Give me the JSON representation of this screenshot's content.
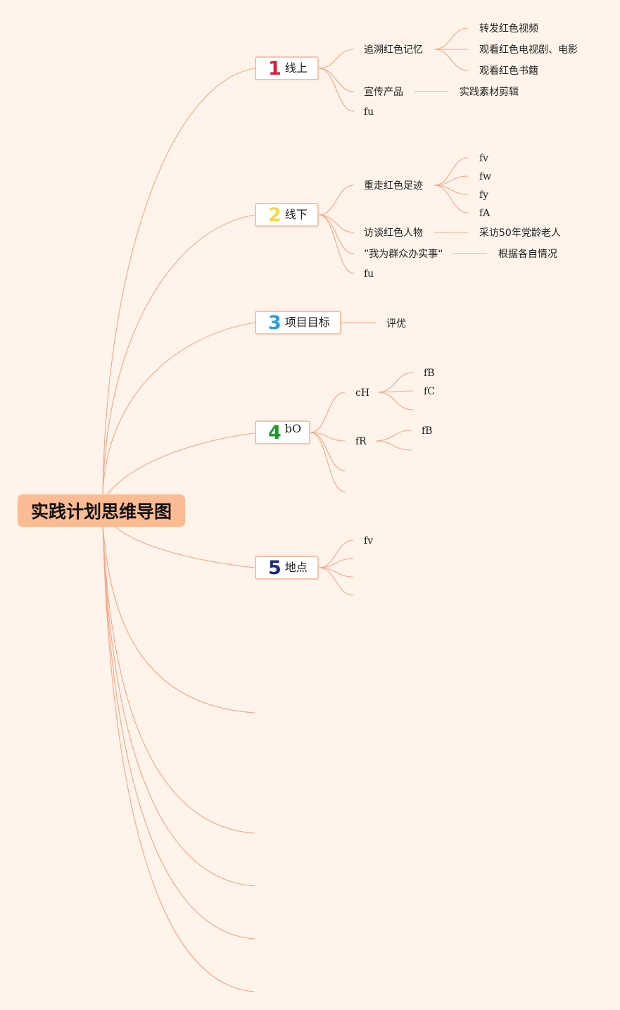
{
  "root": {
    "label": "实践计划思维导图"
  },
  "colors": {
    "background": "#fff3ea",
    "line": "#f2a88a",
    "root_fill": "#fbbb93",
    "branch_border": "#f8c3a8",
    "num1": "#d71f3c",
    "num2": "#f4d94a",
    "num3": "#2a9be0",
    "num4": "#1f9a2a",
    "num5": "#1e2a7a"
  },
  "branches": [
    {
      "num": "1",
      "label": "线上",
      "children": [
        {
          "label": "追溯红色记忆",
          "children": [
            "转发红色视频",
            "观看红色电视剧、电影",
            "观看红色书籍"
          ]
        },
        {
          "label": "宣传产品",
          "children": [
            "实践素材剪辑"
          ]
        },
        {
          "label": "fu"
        }
      ]
    },
    {
      "num": "2",
      "label": "线下",
      "children": [
        {
          "label": "重走红色足迹",
          "children": [
            "fv",
            "fw",
            "fy",
            "fA"
          ]
        },
        {
          "label": "访谈红色人物",
          "children": [
            "采访50年党龄老人"
          ]
        },
        {
          "label": "”我为群众办实事“",
          "children": [
            "根据各自情况"
          ]
        },
        {
          "label": "fu"
        }
      ]
    },
    {
      "num": "3",
      "label": "项目目标",
      "children": [
        {
          "label": "评优"
        }
      ]
    },
    {
      "num": "4",
      "label": "bO",
      "children": [
        {
          "label": "cH",
          "children": [
            "fB",
            "fC"
          ]
        },
        {
          "label": "fR",
          "children": [
            "fB"
          ]
        }
      ]
    },
    {
      "num": "5",
      "label": "地点",
      "children": [
        {
          "label": "fv"
        }
      ]
    }
  ]
}
